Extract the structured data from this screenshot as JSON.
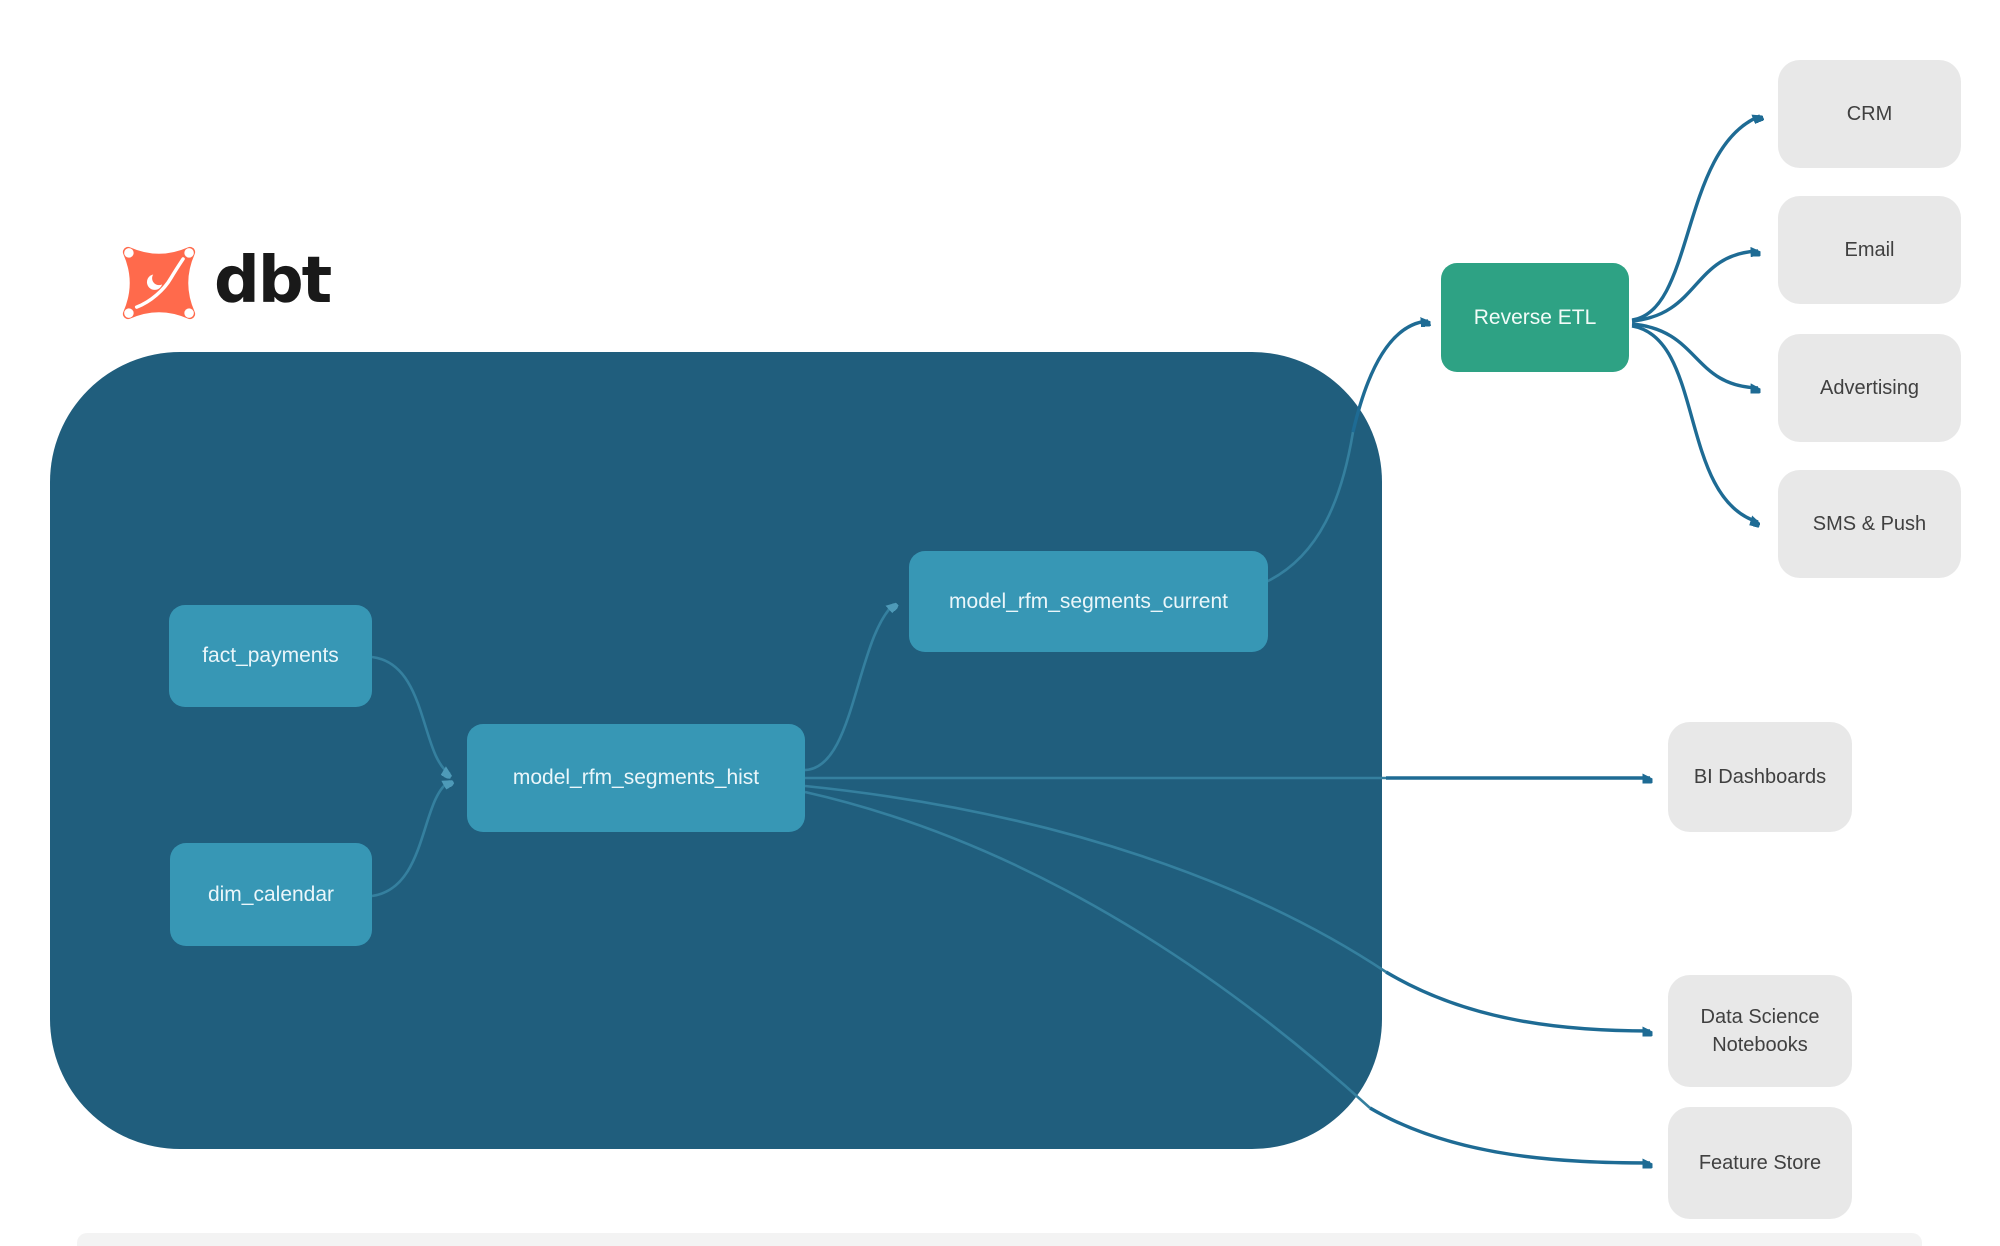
{
  "brand": {
    "wordmark": "dbt",
    "icon_color": "#FF6A4C",
    "wordmark_color": "#191919"
  },
  "container": {
    "description": "dbt transformation boundary",
    "color": "#205E7D"
  },
  "nodes": {
    "fact_payments": {
      "label": "fact_payments",
      "type": "source-model",
      "color": "#3797B5"
    },
    "dim_calendar": {
      "label": "dim_calendar",
      "type": "source-model",
      "color": "#3797B5"
    },
    "model_rfm_segments_hist": {
      "label": "model_rfm_segments_hist",
      "type": "model",
      "color": "#3797B5"
    },
    "model_rfm_segments_current": {
      "label": "model_rfm_segments_current",
      "type": "model",
      "color": "#3797B5"
    },
    "reverse_etl": {
      "label": "Reverse ETL",
      "type": "tool",
      "color": "#2EA284"
    },
    "crm": {
      "label": "CRM",
      "type": "destination",
      "color": "#E8E8E8"
    },
    "email": {
      "label": "Email",
      "type": "destination",
      "color": "#E8E8E8"
    },
    "advertising": {
      "label": "Advertising",
      "type": "destination",
      "color": "#E8E8E8"
    },
    "sms_push": {
      "label": "SMS & Push",
      "type": "destination",
      "color": "#E8E8E8"
    },
    "bi_dashboards": {
      "label": "BI Dashboards",
      "type": "destination",
      "color": "#E8E8E8"
    },
    "data_science_notebooks": {
      "label": "Data Science Notebooks",
      "type": "destination",
      "color": "#E8E8E8"
    },
    "feature_store": {
      "label": "Feature Store",
      "type": "destination",
      "color": "#E8E8E8"
    }
  },
  "edges": [
    {
      "from": "fact_payments",
      "to": "model_rfm_segments_hist"
    },
    {
      "from": "dim_calendar",
      "to": "model_rfm_segments_hist"
    },
    {
      "from": "model_rfm_segments_hist",
      "to": "model_rfm_segments_current"
    },
    {
      "from": "model_rfm_segments_current",
      "to": "reverse_etl"
    },
    {
      "from": "model_rfm_segments_hist",
      "to": "bi_dashboards"
    },
    {
      "from": "model_rfm_segments_hist",
      "to": "data_science_notebooks"
    },
    {
      "from": "model_rfm_segments_hist",
      "to": "feature_store"
    },
    {
      "from": "reverse_etl",
      "to": "crm"
    },
    {
      "from": "reverse_etl",
      "to": "email"
    },
    {
      "from": "reverse_etl",
      "to": "advertising"
    },
    {
      "from": "reverse_etl",
      "to": "sms_push"
    }
  ],
  "colors": {
    "background": "#FFFFFF",
    "edge_outside_container": "#1E6B94",
    "edge_inside_container": "#35809F",
    "text_on_teal": "#EAF6FA",
    "text_on_gray": "#404040"
  }
}
